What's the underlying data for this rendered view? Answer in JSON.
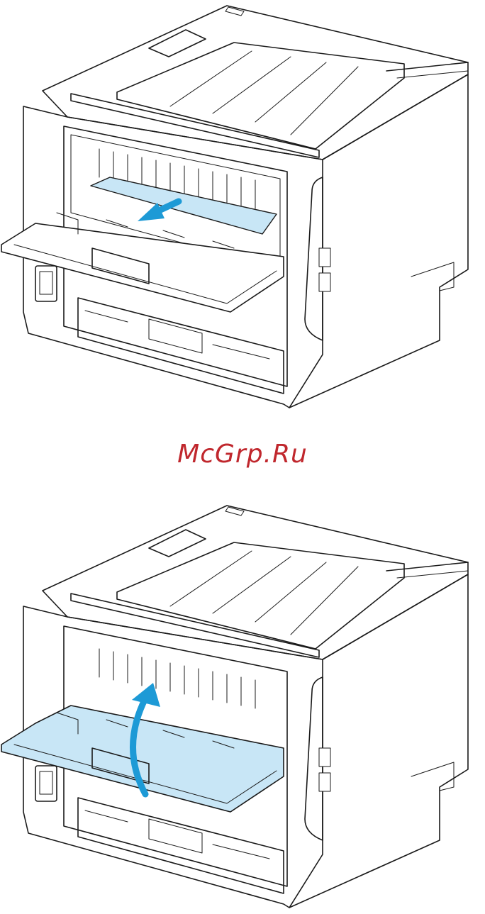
{
  "watermark": {
    "text": "McGrp.Ru",
    "color": "#c0272d"
  },
  "figures": [
    {
      "step": "pull-jammed-paper-out",
      "highlight_color": "#c8e6f6",
      "arrow_color": "#1d9ad6",
      "arrow_icon": "arrow-down-left-icon"
    },
    {
      "step": "close-rear-output-door",
      "highlight_color": "#c8e6f6",
      "arrow_color": "#1d9ad6",
      "arrow_icon": "curved-arrow-up-icon"
    }
  ]
}
